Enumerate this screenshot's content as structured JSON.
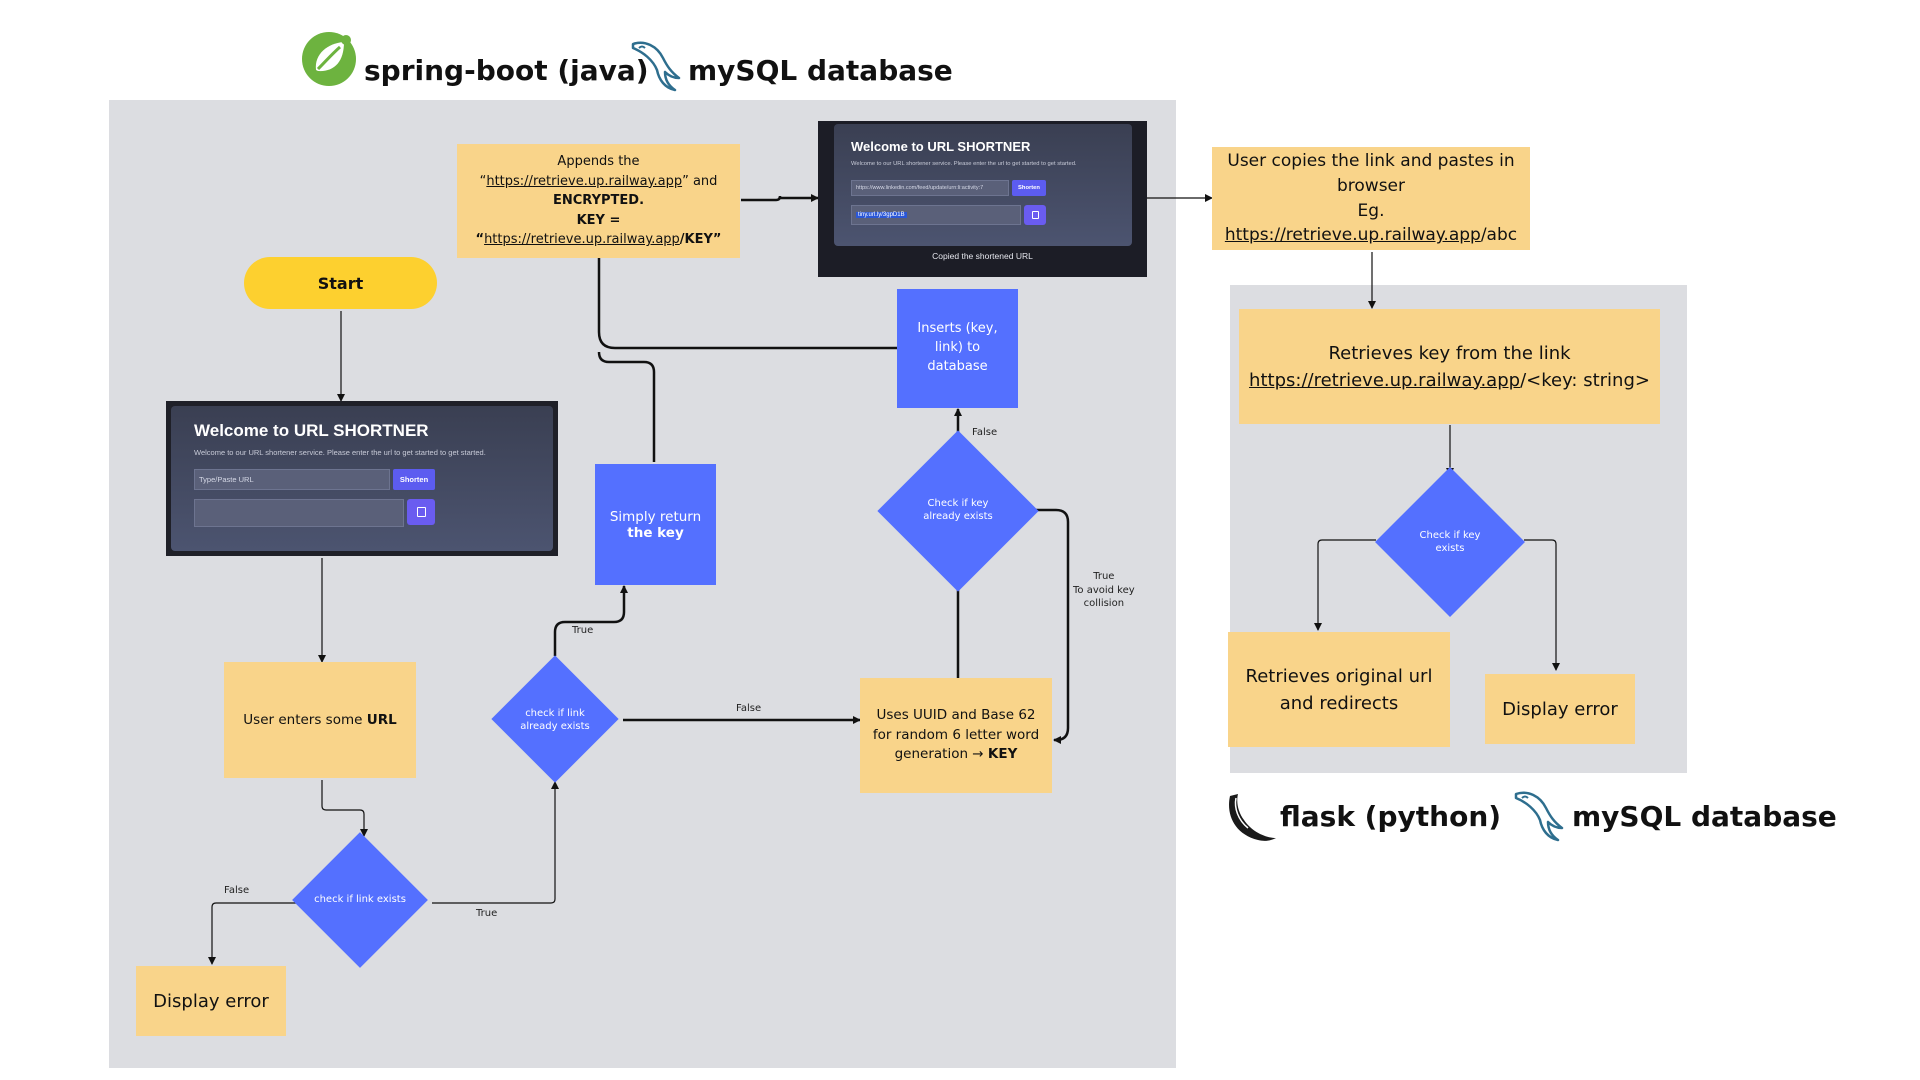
{
  "header": {
    "left_tech": "spring-boot (java)",
    "left_db": "mySQL database",
    "right_tech": "flask (python)",
    "right_db": "mySQL database"
  },
  "left": {
    "start": "Start",
    "app_main": {
      "title": "Welcome to URL SHORTNER",
      "subtitle": "Welcome to our URL shortener service. Please enter the url to get started to get started.",
      "input_placeholder": "Type/Paste URL",
      "button": "Shorten"
    },
    "user_enters": {
      "prefix": "User enters some ",
      "bold": "URL"
    },
    "check_link_exists": "check if link exists",
    "display_error": "Display error",
    "check_link_already": "check if link already exists",
    "simply_return": {
      "prefix": "Simply return ",
      "bold": "the key"
    },
    "appends": {
      "l1": "Appends the",
      "l2_pre": "“",
      "l2_link": "https://retrieve.up.railway.app",
      "l2_post": "” and",
      "l3": "ENCRYPTED.",
      "l4_pre": "KEY = “",
      "l4_link": "https://retrieve.up.railway.app",
      "l4_post": "/KEY”"
    },
    "app_result": {
      "title": "Welcome to URL SHORTNER",
      "subtitle": "Welcome to our URL shortener service. Please enter the url to get started to get started.",
      "input_value": "https://www.linkedin.com/feed/update/urn:li:activity:7",
      "button": "Shorten",
      "result_value": "tiny.url.ly/3gpD1B",
      "footer": "Copied the shortened URL"
    },
    "inserts": "Inserts (key, link) to database",
    "check_key_already": "Check if key already exists",
    "uses_uuid": {
      "text": "Uses UUID and Base 62 for random 6 letter word generation → ",
      "bold": "KEY"
    },
    "labels": {
      "false_left": "False",
      "true_bottom": "True",
      "true_up": "True",
      "false_mid": "False",
      "false_top": "False",
      "true_collision": "True\nTo avoid key\ncollision"
    }
  },
  "right": {
    "copies": {
      "l1": "User copies the link and pastes in browser",
      "l2_pre": "Eg. ",
      "l2_link": "https://retrieve.up.railway.app",
      "l2_post": "/abc"
    },
    "retrieves_key": {
      "l1": "Retrieves key from the link",
      "l2_link": "https://retrieve.up.railway.app",
      "l2_post": "/<key: string>"
    },
    "check_key_exists": "Check if key exists",
    "retrieves_original": "Retrieves original url and redirects",
    "display_error": "Display error"
  },
  "colors": {
    "panel": "#dcdde1",
    "process_yellow": "#f9d48a",
    "decision_blue": "#5470ff",
    "start_yellow": "#fdd02f",
    "spring_green": "#6db33f",
    "mysql_blue": "#2e6e8e"
  },
  "icons": {
    "spring": "spring-leaf-icon",
    "mysql": "mysql-dolphin-icon",
    "flask": "flask-horn-icon"
  }
}
